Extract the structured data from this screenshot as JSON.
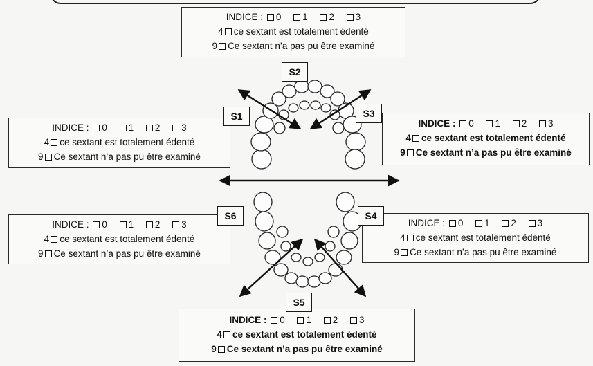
{
  "sextants": {
    "s2": {
      "label": "S2",
      "indice": "INDICE :",
      "opts": [
        "0",
        "1",
        "2",
        "3"
      ],
      "num4": "4",
      "line4": "ce sextant est totalement édenté",
      "num9": "9",
      "line9": "Ce sextant n’a pas pu être examiné"
    },
    "s1": {
      "label": "S1",
      "indice": "INDICE :",
      "opts": [
        "0",
        "1",
        "2",
        "3"
      ],
      "num4": "4",
      "line4": "ce sextant est totalement édenté",
      "num9": "9",
      "line9": "Ce sextant n’a pas pu être examiné"
    },
    "s3": {
      "label": "S3",
      "indice": "INDICE :",
      "opts": [
        "0",
        "1",
        "2",
        "3"
      ],
      "num4": "4",
      "line4": "ce sextant est totalement édenté",
      "num9": "9",
      "line9": "Ce sextant n’a pas pu être examiné"
    },
    "s6": {
      "label": "S6",
      "indice": "INDICE :",
      "opts": [
        "0",
        "1",
        "2",
        "3"
      ],
      "num4": "4",
      "line4": "ce sextant est totalement édenté",
      "num9": "9",
      "line9": "Ce sextant n’a pas pu être examiné"
    },
    "s4": {
      "label": "S4",
      "indice": "INDICE :",
      "opts": [
        "0",
        "1",
        "2",
        "3"
      ],
      "num4": "4",
      "line4": "ce sextant est totalement édenté",
      "num9": "9",
      "line9": "Ce sextant n’a pas pu être examiné"
    },
    "s5": {
      "label": "S5",
      "indice": "INDICE :",
      "opts": [
        "0",
        "1",
        "2",
        "3"
      ],
      "num4": "4",
      "line4": "ce sextant est totalement édenté",
      "num9": "9",
      "line9": "Ce sextant n’a pas pu être examiné"
    }
  }
}
